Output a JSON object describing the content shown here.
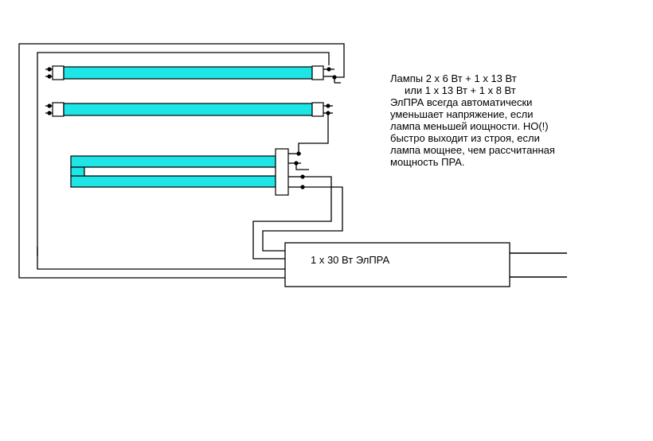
{
  "colors": {
    "lamp": "#1ee6e6",
    "wire": "#000000",
    "background": "#ffffff",
    "box_fill": "#ffffff"
  },
  "note": {
    "line1": "Лампы 2 х 6 Вт + 1 х 13 Вт",
    "line2": "или   1 х 13 Вт + 1 х 8 Вт",
    "line3": "ЭлПРА всегда автоматически",
    "line4": "уменьшает напряжение, если",
    "line5": "лампа меньшей иощности. НО(!)",
    "line6": "быстро выходит из строя, если",
    "line7": "лампа мощнее, чем рассчитанная",
    "line8": "мощность ПРА."
  },
  "ballast": {
    "label": "1 х 30 Вт ЭлПРА"
  }
}
